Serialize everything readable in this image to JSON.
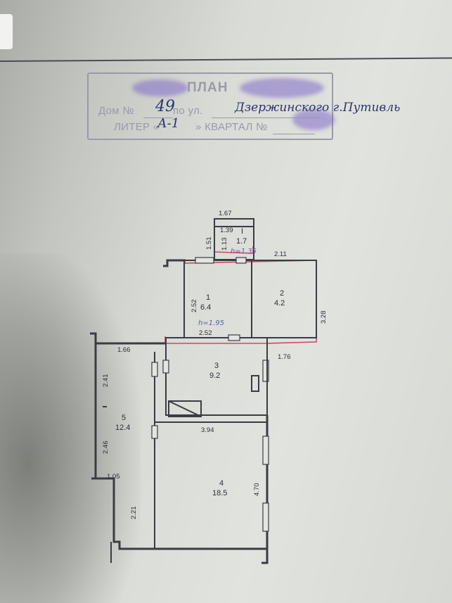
{
  "stamp": {
    "title": "ПЛАН",
    "house_label": "Дом №",
    "house_value": "49",
    "street_label": "по ул.",
    "street_value": "Дзержинского г.Путивль",
    "liter_label": "ЛИТЕР «",
    "liter_value": "А-1",
    "quarter_label": "» КВАРТАЛ №"
  },
  "rooms": [
    {
      "num": "1",
      "area": "6.4"
    },
    {
      "num": "2",
      "area": "4.2"
    },
    {
      "num": "3",
      "area": "9.2"
    },
    {
      "num": "4",
      "area": "18.5"
    },
    {
      "num": "5",
      "area": "12.4"
    },
    {
      "num": "I",
      "area": "1.7"
    }
  ],
  "dimensions": {
    "d_top_width": "1.67",
    "d_small_inner": "1.39",
    "d_small_side": "1.51",
    "d_small_inner2": "1.13",
    "d_top_right": "2.11",
    "d_right_height": "3.28",
    "d_room1_height": "2.52",
    "d_room1_width": "2.52",
    "d_right_lower": "1.76",
    "d_room5_top": "1.66",
    "d_room5_upper": "2.41",
    "d_room5_lower": "2.46",
    "d_room4_width": "3.94",
    "d_room4_height": "4.70",
    "d_lower_left": "1.05",
    "d_lower_left_h": "2.21"
  },
  "heights": {
    "h_small": "h=1.35",
    "h_room1": "h=1.95"
  }
}
